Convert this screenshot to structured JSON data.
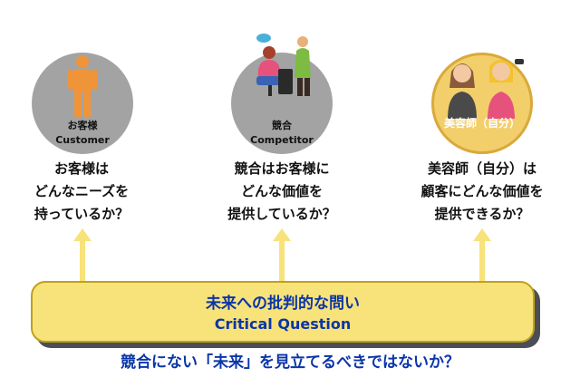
{
  "nodes": [
    {
      "label_jp": "お客様",
      "label_en": "Customer",
      "question": [
        "お客様は",
        "どんなニーズを",
        "持っているか？"
      ]
    },
    {
      "label_jp": "競合",
      "label_en": "Competitor",
      "question": [
        "競合はお客様に",
        "どんな価値を",
        "提供しているか？"
      ]
    },
    {
      "label_jp": "美容師（自分）",
      "question": [
        "美容師（自分）は",
        "顧客にどんな価値を",
        "提供できるか？"
      ]
    }
  ],
  "banner": {
    "title": "未来への批判的な問い",
    "subtitle": "Critical Question"
  },
  "bottom_text": "競合にない「未来」を見立てるべきではないか？",
  "colors": {
    "arrow": "#f8e27a",
    "banner": "#f8e27a",
    "accent_text": "#0a35a8",
    "person_orange": "#f0943a"
  }
}
